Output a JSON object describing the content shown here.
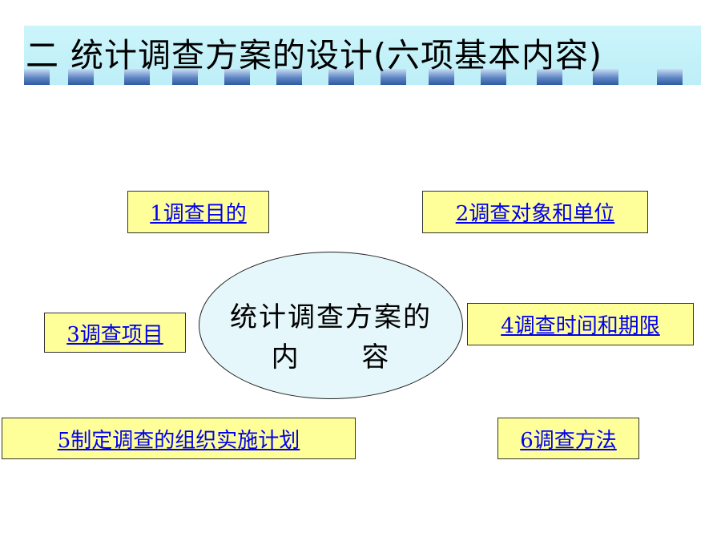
{
  "title": "二 统计调查方案的设计(六项基本内容)",
  "center": {
    "line1": "统计调查方案的",
    "line2": "内      容"
  },
  "items": [
    {
      "label": "1调查目的"
    },
    {
      "label": "2调查对象和单位"
    },
    {
      "label": "3调查项目"
    },
    {
      "label": "4调查时间和期限"
    },
    {
      "label": "5制定调查的组织实施计划"
    },
    {
      "label": "6调查方法"
    }
  ],
  "colors": {
    "title_bar": "#c6f2f9",
    "item_background": "#ffff99",
    "link": "#0000ee",
    "ellipse_fill": "#e5f7fb"
  }
}
